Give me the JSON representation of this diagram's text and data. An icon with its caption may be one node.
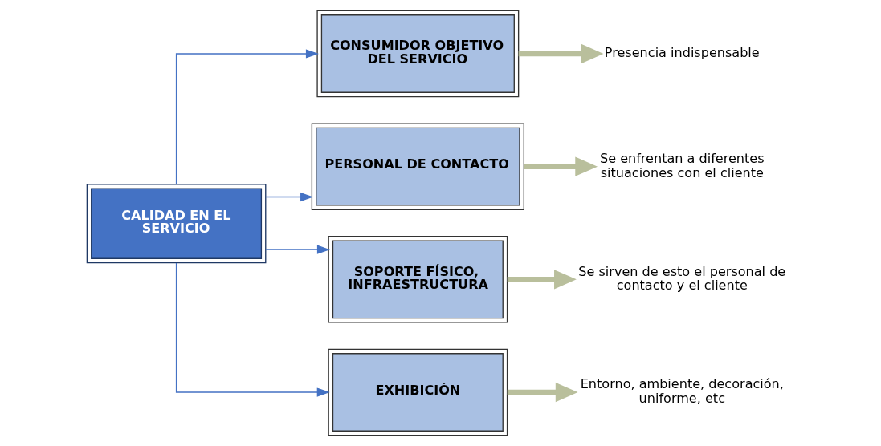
{
  "diagram": {
    "nodes": [
      {
        "text": [
          "CALIDAD EN EL SERVICIO"
        ]
      },
      {
        "text": [
          "CONSUMIDOR OBJETIVO DEL SERVICIO"
        ]
      },
      {
        "text": [
          "PERSONAL DE CONTACTO"
        ]
      },
      {
        "text": [
          "SOPORTE FÍSICO, INFRAESTRUCTURA"
        ]
      },
      {
        "text": [
          "EXHIBICIÓN"
        ]
      },
      {
        "text": [
          "Presencia indispensable"
        ]
      },
      {
        "text": [
          "Se enfrentan a diferentes situaciones con el cliente"
        ]
      },
      {
        "text": [
          "Se sirven de esto el personal de contacto y el cliente"
        ]
      },
      {
        "text": [
          "Entorno, ambiente, decoración, uniforme, etc"
        ]
      }
    ],
    "edges": [
      {
        "from": 0,
        "to": 1,
        "arrow": "to",
        "color": "#4472c4"
      },
      {
        "from": 0,
        "to": 2,
        "arrow": "to",
        "color": "#4472c4"
      },
      {
        "from": 0,
        "to": 3,
        "arrow": "to",
        "color": "#4472c4"
      },
      {
        "from": 0,
        "to": 4,
        "arrow": "to",
        "color": "#4472c4"
      },
      {
        "from": 1,
        "to": 5,
        "arrow": "to",
        "style": "thick",
        "color": "#b9bf9c"
      },
      {
        "from": 2,
        "to": 6,
        "arrow": "to",
        "style": "thick",
        "color": "#b9bf9c"
      },
      {
        "from": 3,
        "to": 7,
        "arrow": "to",
        "style": "thick",
        "color": "#b9bf9c"
      },
      {
        "from": 4,
        "to": 8,
        "arrow": "to",
        "style": "thick",
        "color": "#b9bf9c"
      }
    ]
  }
}
